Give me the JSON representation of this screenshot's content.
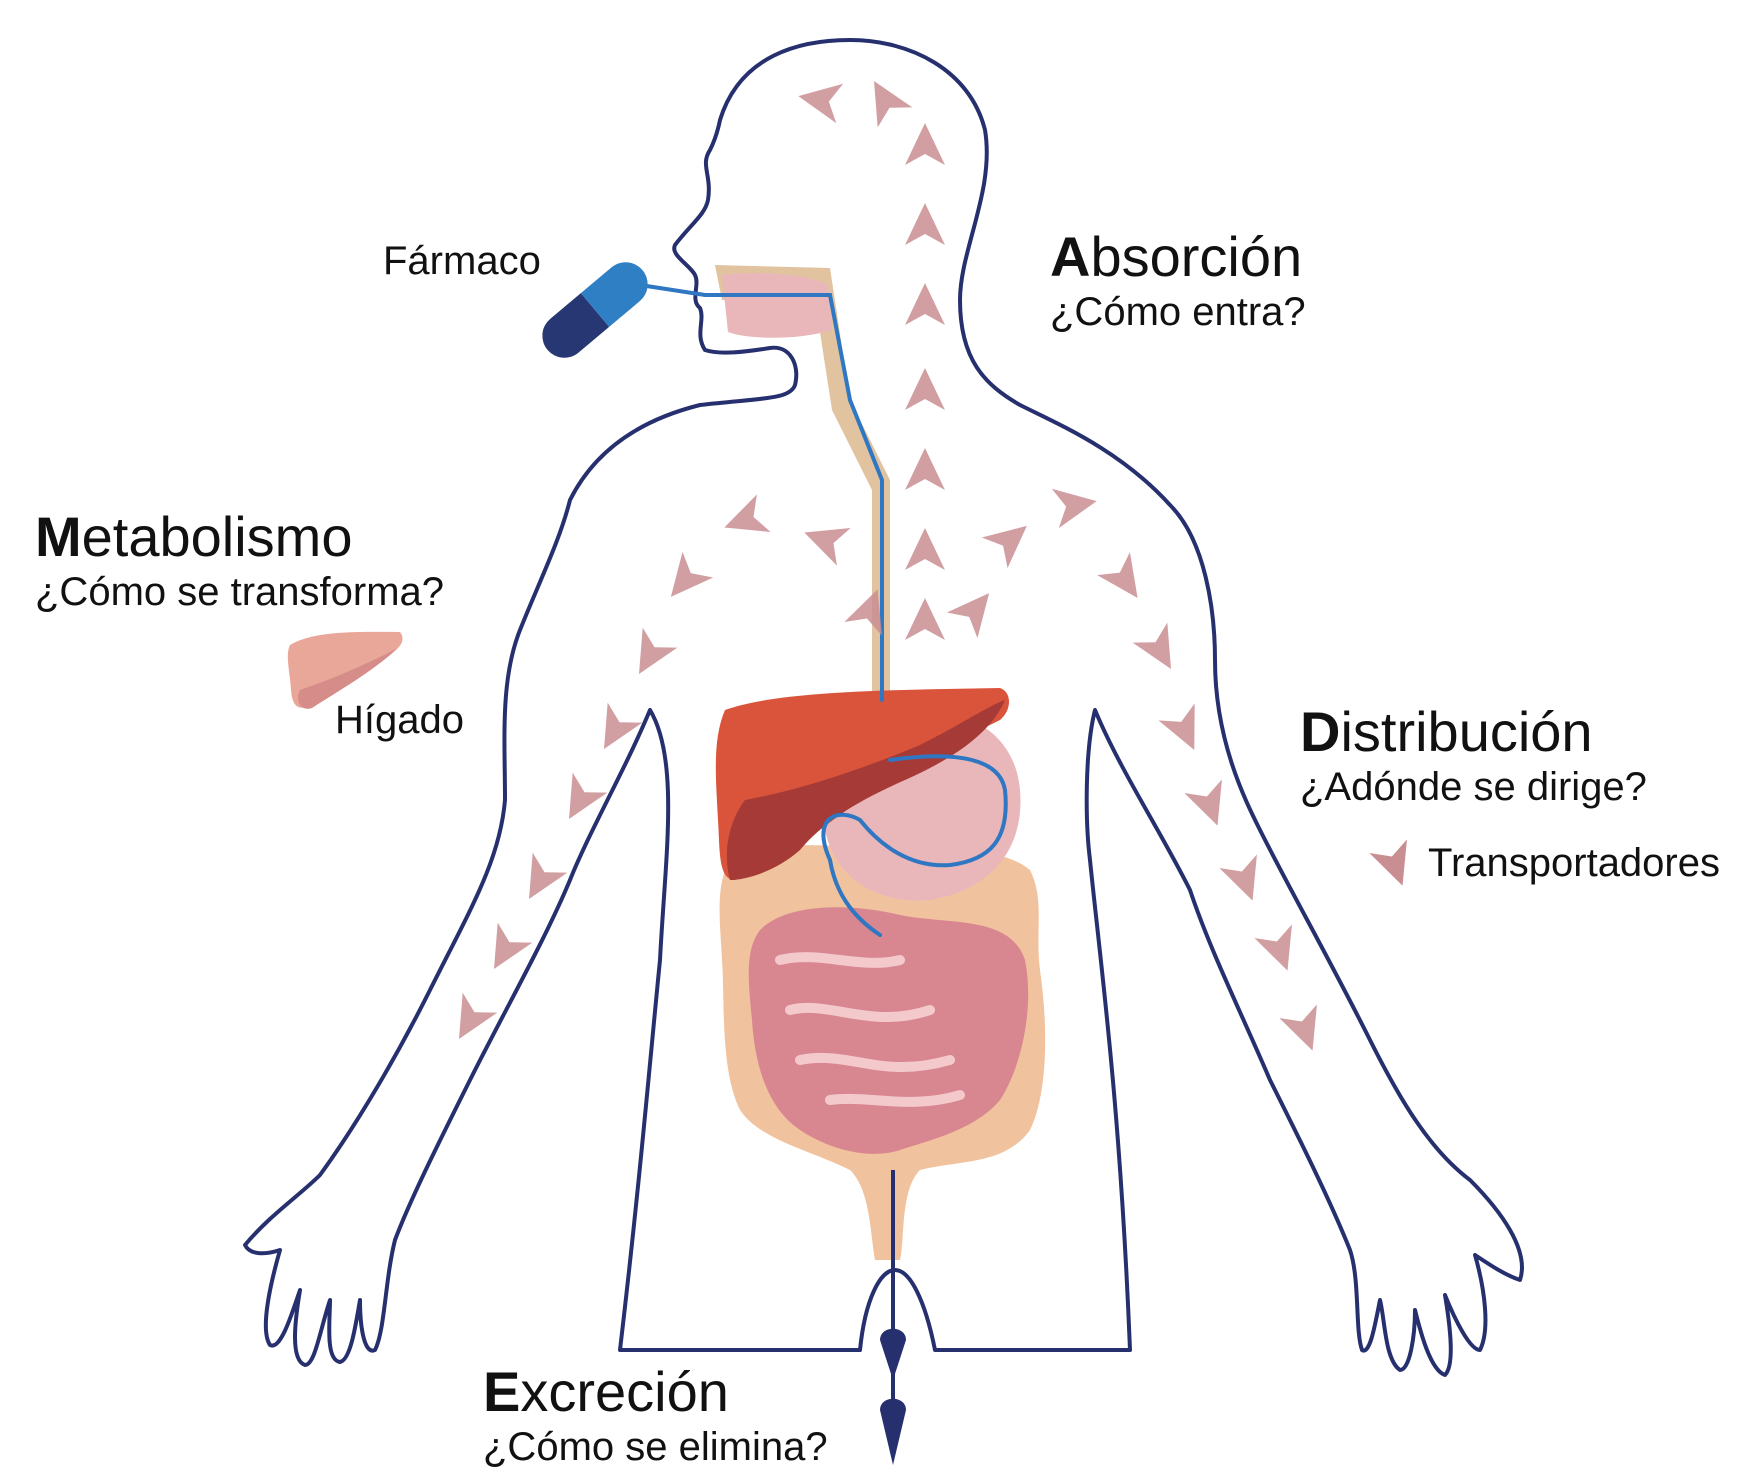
{
  "labels": {
    "drug": "Fármaco",
    "liver": "Hígado",
    "transporters": "Transportadores"
  },
  "stages": {
    "absorption": {
      "initial": "A",
      "rest": "bsorción",
      "question": "¿Cómo entra?"
    },
    "metabolism": {
      "initial": "M",
      "rest": "etabolismo",
      "question": "¿Cómo se transforma?"
    },
    "distribution": {
      "initial": "D",
      "rest": "istribución",
      "question": "¿Adónde se dirige?"
    },
    "excretion": {
      "initial": "E",
      "rest": "xcreción",
      "question": "¿Cómo se elimina?"
    }
  },
  "colors": {
    "outline": "#27306e",
    "pathway": "#2f77c2",
    "pill_light": "#2f7fc4",
    "pill_dark": "#263773",
    "esophagus": "#dcb98f",
    "stomach": "#e9b7b9",
    "liver_light": "#d9543b",
    "liver_dark": "#a53a37",
    "colon": "#f1c29e",
    "intestine": "#d88791",
    "arrow": "#c98e92",
    "icon_liver": "#e9a79a"
  }
}
